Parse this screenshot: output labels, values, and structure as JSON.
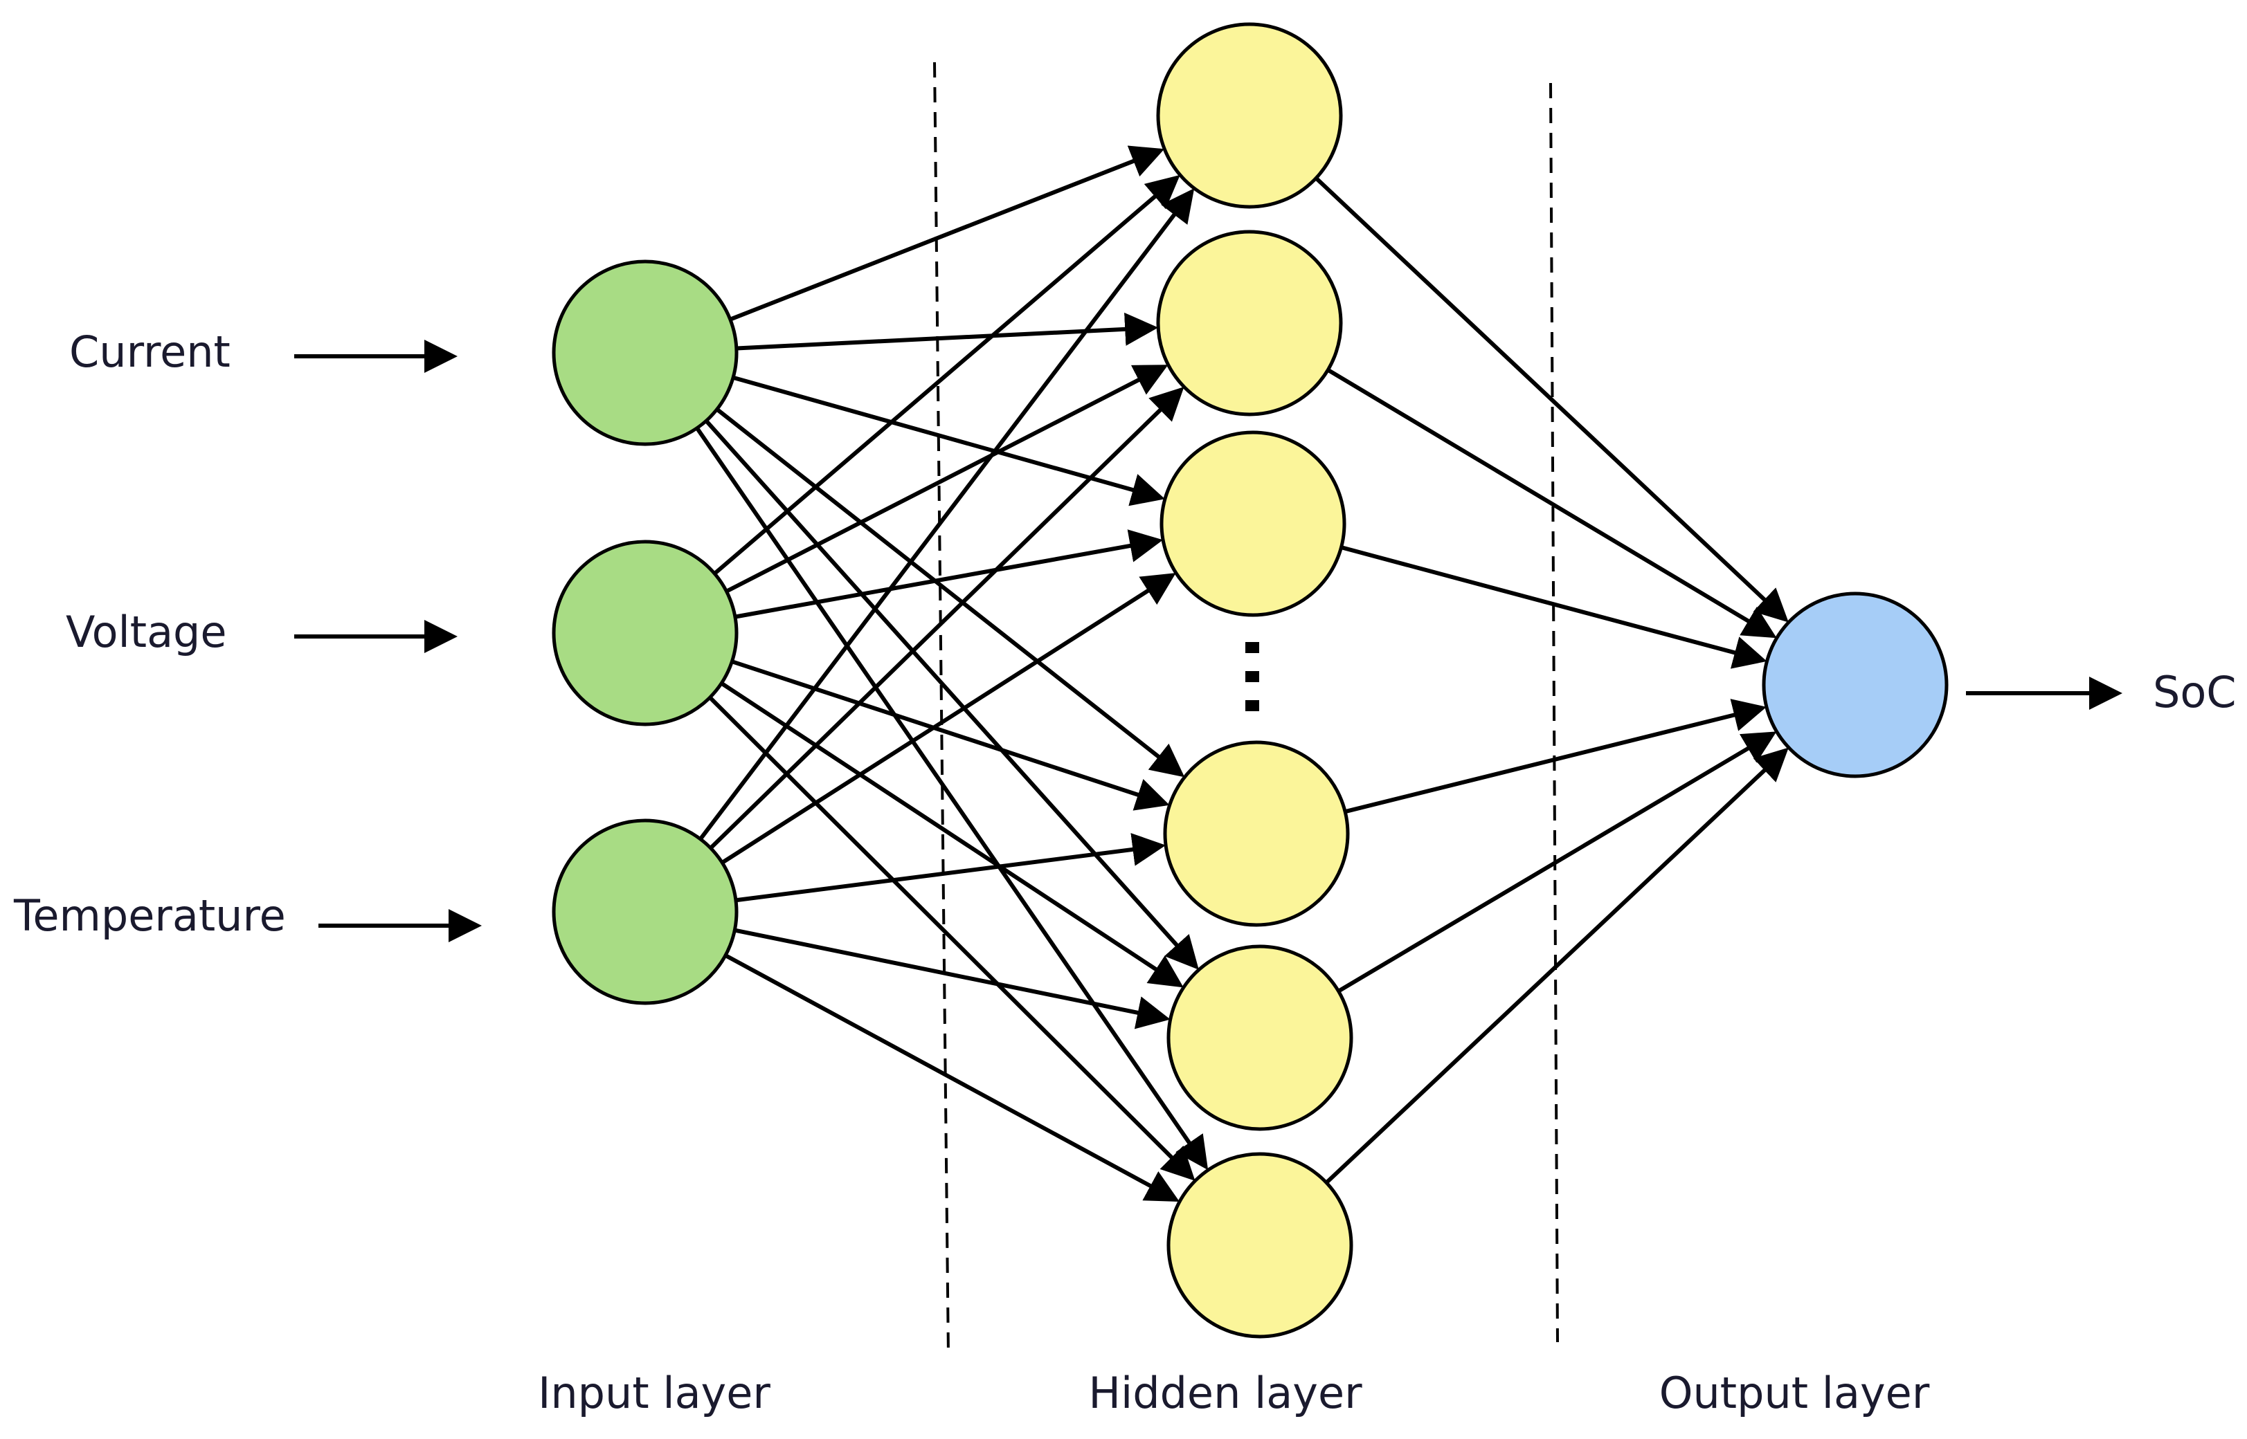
{
  "inputs": [
    {
      "label": "Current"
    },
    {
      "label": "Voltage"
    },
    {
      "label": "Temperature"
    }
  ],
  "hidden_node_count": 6,
  "hidden_ellipsis": true,
  "output": {
    "label": "SoC"
  },
  "layers": {
    "input": "Input layer",
    "hidden": "Hidden layer",
    "output": "Output layer"
  },
  "colors": {
    "input_node": "#a8dc84",
    "hidden_node": "#fbf59a",
    "output_node": "#a6cdf7",
    "edge": "#000000",
    "text": "#1a1a2e"
  }
}
